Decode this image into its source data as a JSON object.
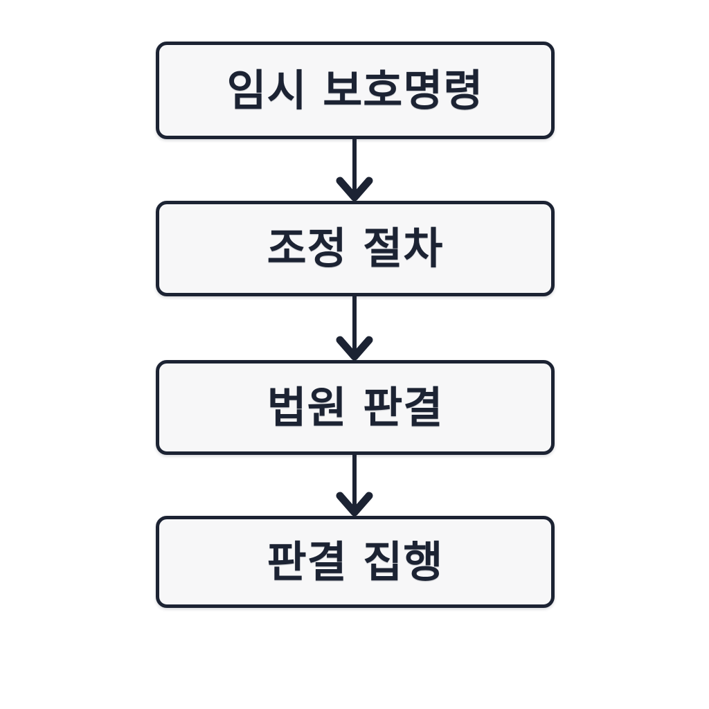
{
  "diagram": {
    "title": "",
    "type": "vertical-flowchart",
    "background_color": "#ffffff",
    "node_fill_color": "#f7f7f8",
    "node_border_color": "#1c2333",
    "text_color": "#1c2333",
    "arrow_color": "#1c2333",
    "nodes": [
      {
        "id": "temporary-protection-order",
        "label": "임시 보호명령",
        "order": 1
      },
      {
        "id": "mediation-procedure",
        "label": "조정 절차",
        "order": 2
      },
      {
        "id": "court-judgment",
        "label": "법원 판결",
        "order": 3
      },
      {
        "id": "judgment-execution",
        "label": "판결 집행",
        "order": 4
      }
    ],
    "connectors": [
      {
        "id": "connector-1",
        "from": "temporary-protection-order",
        "to": "mediation-procedure",
        "shape": "arrow-down"
      },
      {
        "id": "connector-2",
        "from": "mediation-procedure",
        "to": "court-judgment",
        "shape": "arrow-down"
      },
      {
        "id": "connector-3",
        "from": "court-judgment",
        "to": "judgment-execution",
        "shape": "arrow-down"
      }
    ]
  }
}
